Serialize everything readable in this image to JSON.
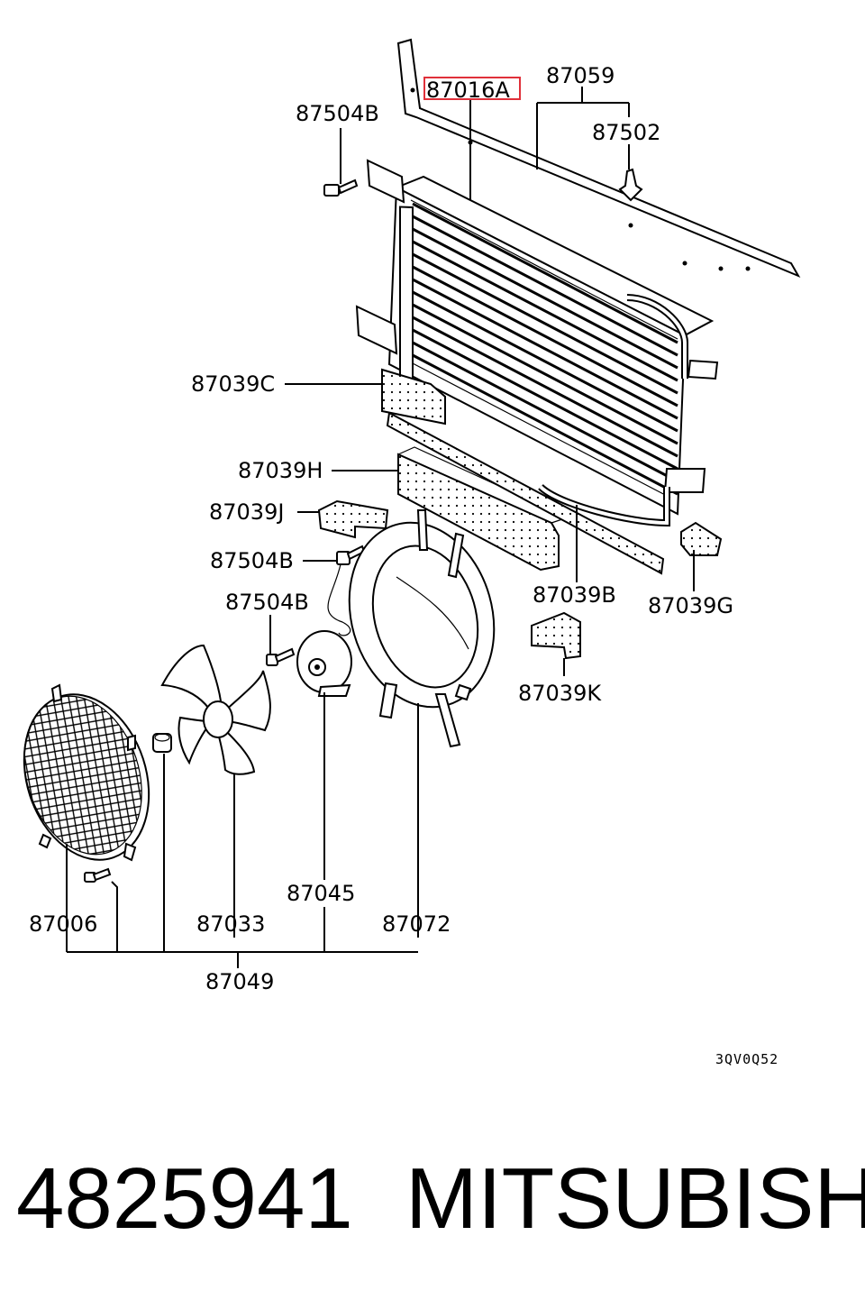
{
  "diagram": {
    "labels": {
      "p87059": "87059",
      "p87016A": "87016A",
      "p87502": "87502",
      "p87504B_top": "87504B",
      "p87039C": "87039C",
      "p87039H": "87039H",
      "p87039J": "87039J",
      "p87504B_mid": "87504B",
      "p87504B_low": "87504B",
      "p87039B": "87039B",
      "p87039G": "87039G",
      "p87039K": "87039K",
      "p87045": "87045",
      "p87006": "87006",
      "p87033": "87033",
      "p87072": "87072",
      "p87049": "87049"
    },
    "highlight_color": "#e0303a",
    "drawing_code": "3QV0Q52"
  },
  "footer": {
    "part_number": "4825941",
    "brand": "MITSUBISHI"
  }
}
